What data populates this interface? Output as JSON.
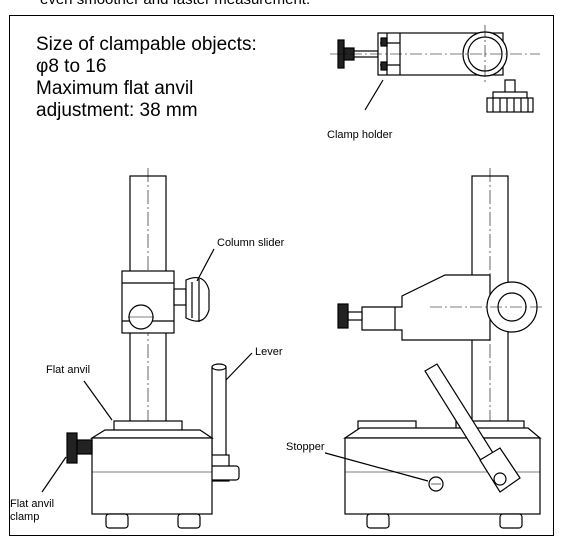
{
  "header_text": "even smoother and faster measurement.",
  "specs": {
    "line1": "Size of clampable objects:",
    "line2": "φ8 to 16",
    "line3": "Maximum flat anvil",
    "line4": "adjustment: 38 mm"
  },
  "labels": {
    "clamp_holder": "Clamp holder",
    "column_slider": "Column slider",
    "lever": "Lever",
    "flat_anvil": "Flat anvil",
    "stopper": "Stopper",
    "flat_anvil_clamp_line1": "Flat anvil",
    "flat_anvil_clamp_line2": "clamp"
  }
}
